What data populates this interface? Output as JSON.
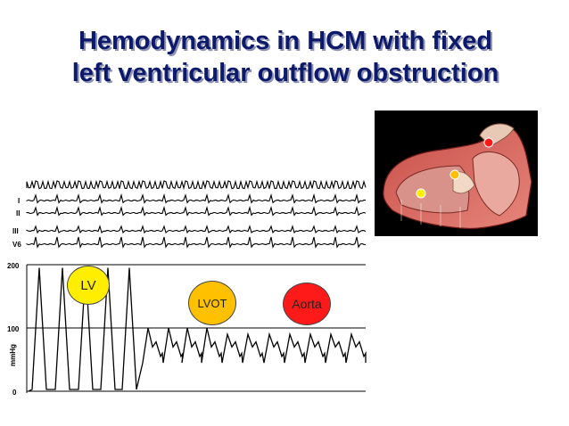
{
  "slide": {
    "title_line1": "Hemodynamics in HCM with fixed",
    "title_line2": "left ventricular outflow obstruction"
  },
  "tracing": {
    "lead_labels": [
      "I",
      "II",
      "III",
      "V6"
    ],
    "axis_unit": "mmHg",
    "ticks": [
      "200",
      "100",
      "0"
    ]
  },
  "markers": {
    "lv": "LV",
    "lvot": "LVOT",
    "aorta": "Aorta"
  },
  "colors": {
    "title": "#0d1a6b",
    "lv": "#ffee00",
    "lvot": "#ffc000",
    "aorta": "#ff1a1a"
  }
}
